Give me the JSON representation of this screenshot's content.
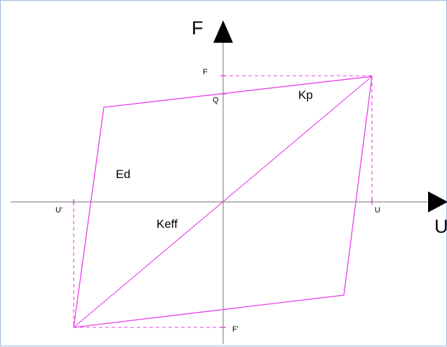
{
  "diagram": {
    "axis_labels": {
      "force": "F",
      "displacement": "U"
    },
    "point_labels": {
      "max_force": "F",
      "characteristic_strength": "Q",
      "max_displacement": "U",
      "min_displacement": "U'",
      "min_force": "F'"
    },
    "region_labels": {
      "post_yield_stiffness": "Kp",
      "energy_dissipated": "Ed",
      "effective_stiffness": "Keff"
    },
    "colors": {
      "loop": "#e83fe8",
      "axes": "#8a8a8a",
      "frame_border": "#9db7d9"
    }
  }
}
